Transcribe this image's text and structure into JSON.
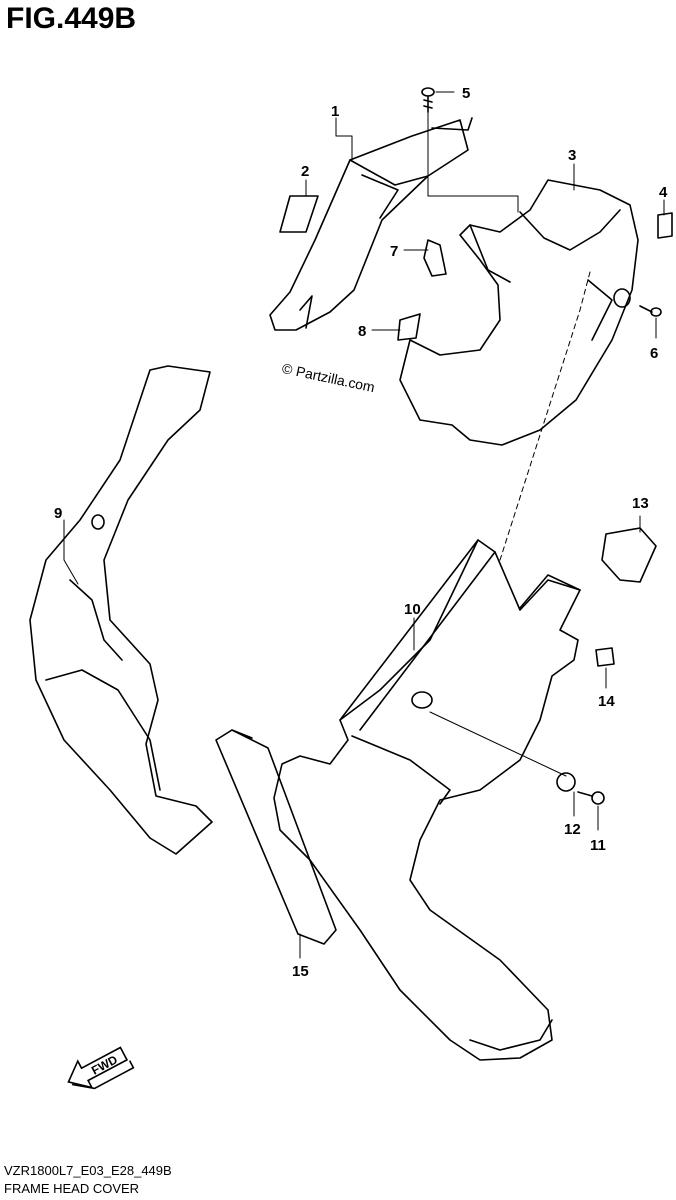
{
  "figure": {
    "title": "FIG.449B",
    "model_code": "VZR1800L7_E03_E28_449B",
    "section_name": "FRAME HEAD COVER",
    "watermark": "© Partzilla.com"
  },
  "callouts": [
    "1",
    "2",
    "3",
    "4",
    "5",
    "6",
    "7",
    "8",
    "9",
    "10",
    "11",
    "12",
    "13",
    "14",
    "15"
  ],
  "fwd_label": "FWD"
}
